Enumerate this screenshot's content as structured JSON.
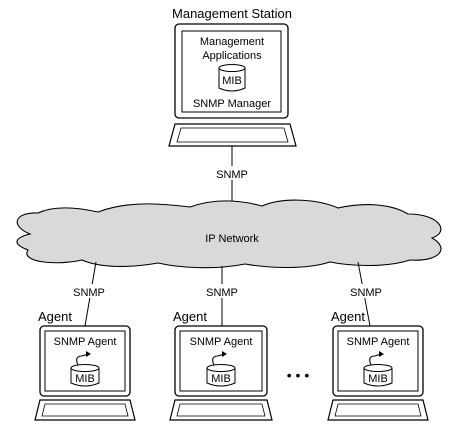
{
  "manager": {
    "title": "Management Station",
    "apps_line1": "Management",
    "apps_line2": "Applications",
    "mib": "MIB",
    "manager_label": "SNMP Manager"
  },
  "links": {
    "manager_protocol": "SNMP",
    "agent_protocol": "SNMP"
  },
  "network": {
    "label": "IP Network"
  },
  "agents": [
    {
      "title": "Agent",
      "agent_label": "SNMP Agent",
      "mib": "MIB"
    },
    {
      "title": "Agent",
      "agent_label": "SNMP Agent",
      "mib": "MIB"
    },
    {
      "title": "Agent",
      "agent_label": "SNMP Agent",
      "mib": "MIB"
    }
  ],
  "ellipsis": "• • •",
  "colors": {
    "cloud_fill": "#d9d9d9",
    "stroke": "#000000",
    "background": "#ffffff"
  }
}
